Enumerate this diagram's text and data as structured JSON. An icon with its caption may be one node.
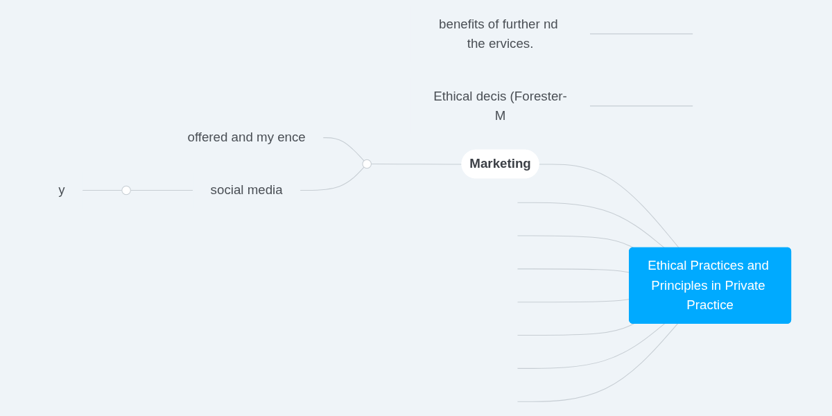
{
  "diagram": {
    "nodes": [
      {
        "text": [
          "Ethical Practices and Principles in Private Practice"
        ]
      },
      {
        "text": [
          "Marketing"
        ]
      },
      {
        "text": [],
        "shape": "circle"
      },
      {
        "text": [
          "offered and my ence"
        ]
      },
      {
        "text": [
          "social media"
        ]
      },
      {
        "text": [],
        "shape": "circle"
      },
      {
        "text": [
          "y"
        ]
      },
      {
        "text": [
          "benefits of further nd the ervices."
        ]
      },
      {
        "text": [
          "Ethical decis (Forester-M"
        ]
      }
    ],
    "edges": [
      {
        "from": 0,
        "to": 1,
        "arrow": "none"
      },
      {
        "from": 1,
        "to": 2,
        "arrow": "none"
      },
      {
        "from": 2,
        "to": 3,
        "arrow": "none"
      },
      {
        "from": 2,
        "to": 4,
        "arrow": "none"
      },
      {
        "from": 4,
        "to": 5,
        "arrow": "none"
      },
      {
        "from": 5,
        "to": 6,
        "arrow": "none"
      },
      {
        "from": 0,
        "to": null,
        "arrow": "none"
      },
      {
        "from": 0,
        "to": null,
        "arrow": "none"
      },
      {
        "from": 0,
        "to": null,
        "arrow": "none"
      },
      {
        "from": 0,
        "to": null,
        "arrow": "none"
      },
      {
        "from": 0,
        "to": null,
        "arrow": "none"
      },
      {
        "from": 0,
        "to": null,
        "arrow": "none"
      },
      {
        "from": 0,
        "to": null,
        "arrow": "none"
      },
      {
        "from": null,
        "to": 7,
        "arrow": "none"
      },
      {
        "from": null,
        "to": 8,
        "arrow": "none"
      }
    ]
  }
}
